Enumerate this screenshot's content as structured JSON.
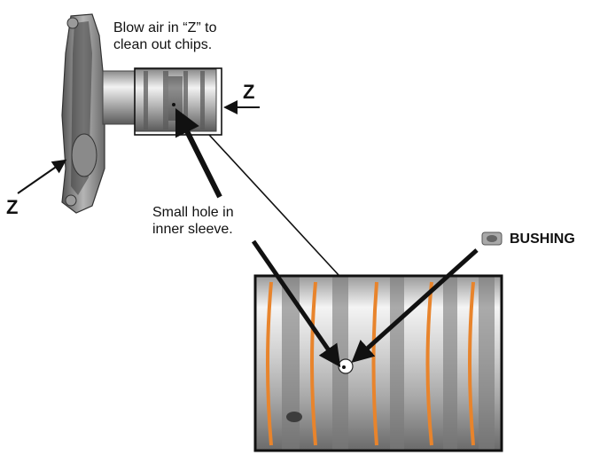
{
  "labels": {
    "blow_air_line1": "Blow air in “Z” to",
    "blow_air_line2": "clean out chips.",
    "z_right": "Z",
    "z_left": "Z",
    "small_hole_line1": "Small hole in",
    "small_hole_line2": "inner sleeve.",
    "bushing": "BUSHING"
  },
  "colors": {
    "ring_orange": "#e8842c",
    "metal_light": "#e6e6e6",
    "metal_dark": "#6e6e6e",
    "arrow": "#111111"
  }
}
